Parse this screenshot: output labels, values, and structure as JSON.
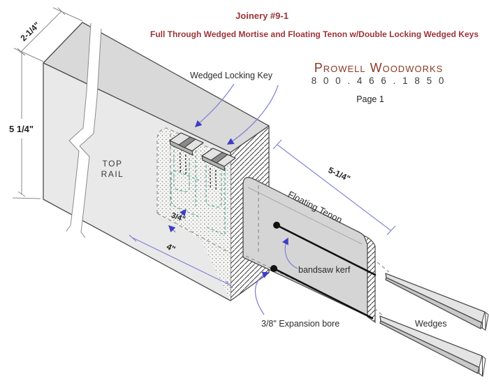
{
  "header": {
    "title": "Joinery #9-1",
    "subtitle": "Full Through Wedged Mortise and Floating Tenon  w/Double Locking Wedged Keys",
    "brand": "Prowell Woodworks",
    "phone": "8 0 0 . 4 6 6 . 1 8 5 0",
    "page": "Page 1"
  },
  "diagram": {
    "part_labels": {
      "top_rail_line1": "TOP",
      "top_rail_line2": "RAIL",
      "wedged_locking_key": "Wedged Locking Key",
      "floating_tenon": "Floating Tenon",
      "bandsaw_kerf": "bandsaw kerf",
      "expansion_bore": "3/8\" Expansion bore",
      "wedges": "Wedges"
    },
    "dimensions": {
      "rail_width": "2-1/4\"",
      "rail_height": "5 1/4\"",
      "tenon_exposed_length": "5-1/4\"",
      "mortise_thickness": "3/4\"",
      "mortise_length": "4\""
    }
  },
  "colors": {
    "title_red": "#9c3438",
    "brand_red": "#8c3726",
    "dimension_blue": "#8585d6",
    "arrow_blue": "#3d3dc4",
    "hidden_teal": "#57a79b",
    "wood_gray_light": "#e9e9e9",
    "wood_gray_top": "#d9d9d9",
    "tenon_gray": "#d5d5d5"
  }
}
